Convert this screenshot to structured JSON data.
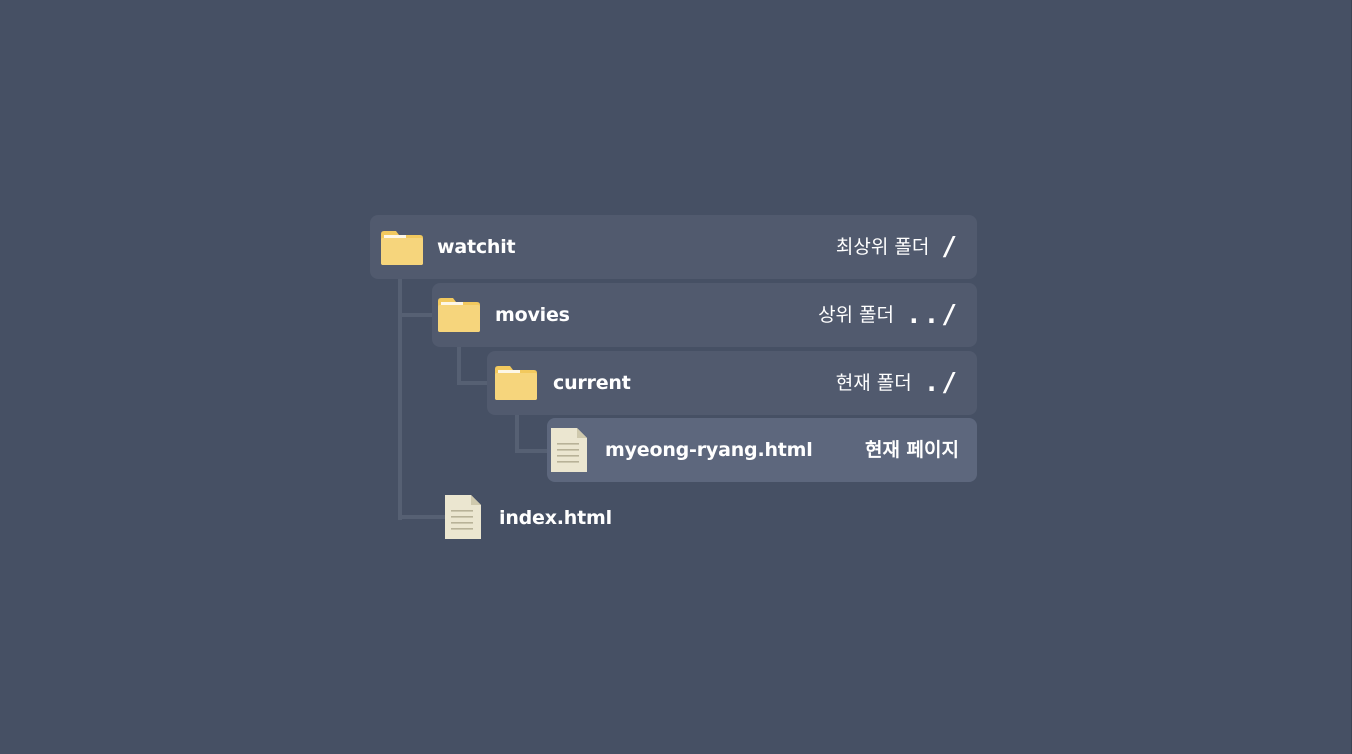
{
  "colors": {
    "background": "#465064",
    "row_background": "#515a6e",
    "current_row_background": "#5d677d",
    "connector": "#566073",
    "folder": "#f6d57c",
    "folder_tab": "#f2c95e",
    "file": "#ebe6d0"
  },
  "tree": {
    "watchit": {
      "name": "watchit",
      "icon": "folder-icon",
      "label": "최상위 폴더",
      "path": "/"
    },
    "movies": {
      "name": "movies",
      "icon": "folder-icon",
      "label": "상위 폴더",
      "path": "../"
    },
    "current": {
      "name": "current",
      "icon": "folder-icon",
      "label": "현재 폴더",
      "path": "./"
    },
    "page": {
      "name": "myeong-ryang.html",
      "icon": "file-icon",
      "label": "현재 페이지"
    },
    "index": {
      "name": "index.html",
      "icon": "file-icon"
    }
  }
}
